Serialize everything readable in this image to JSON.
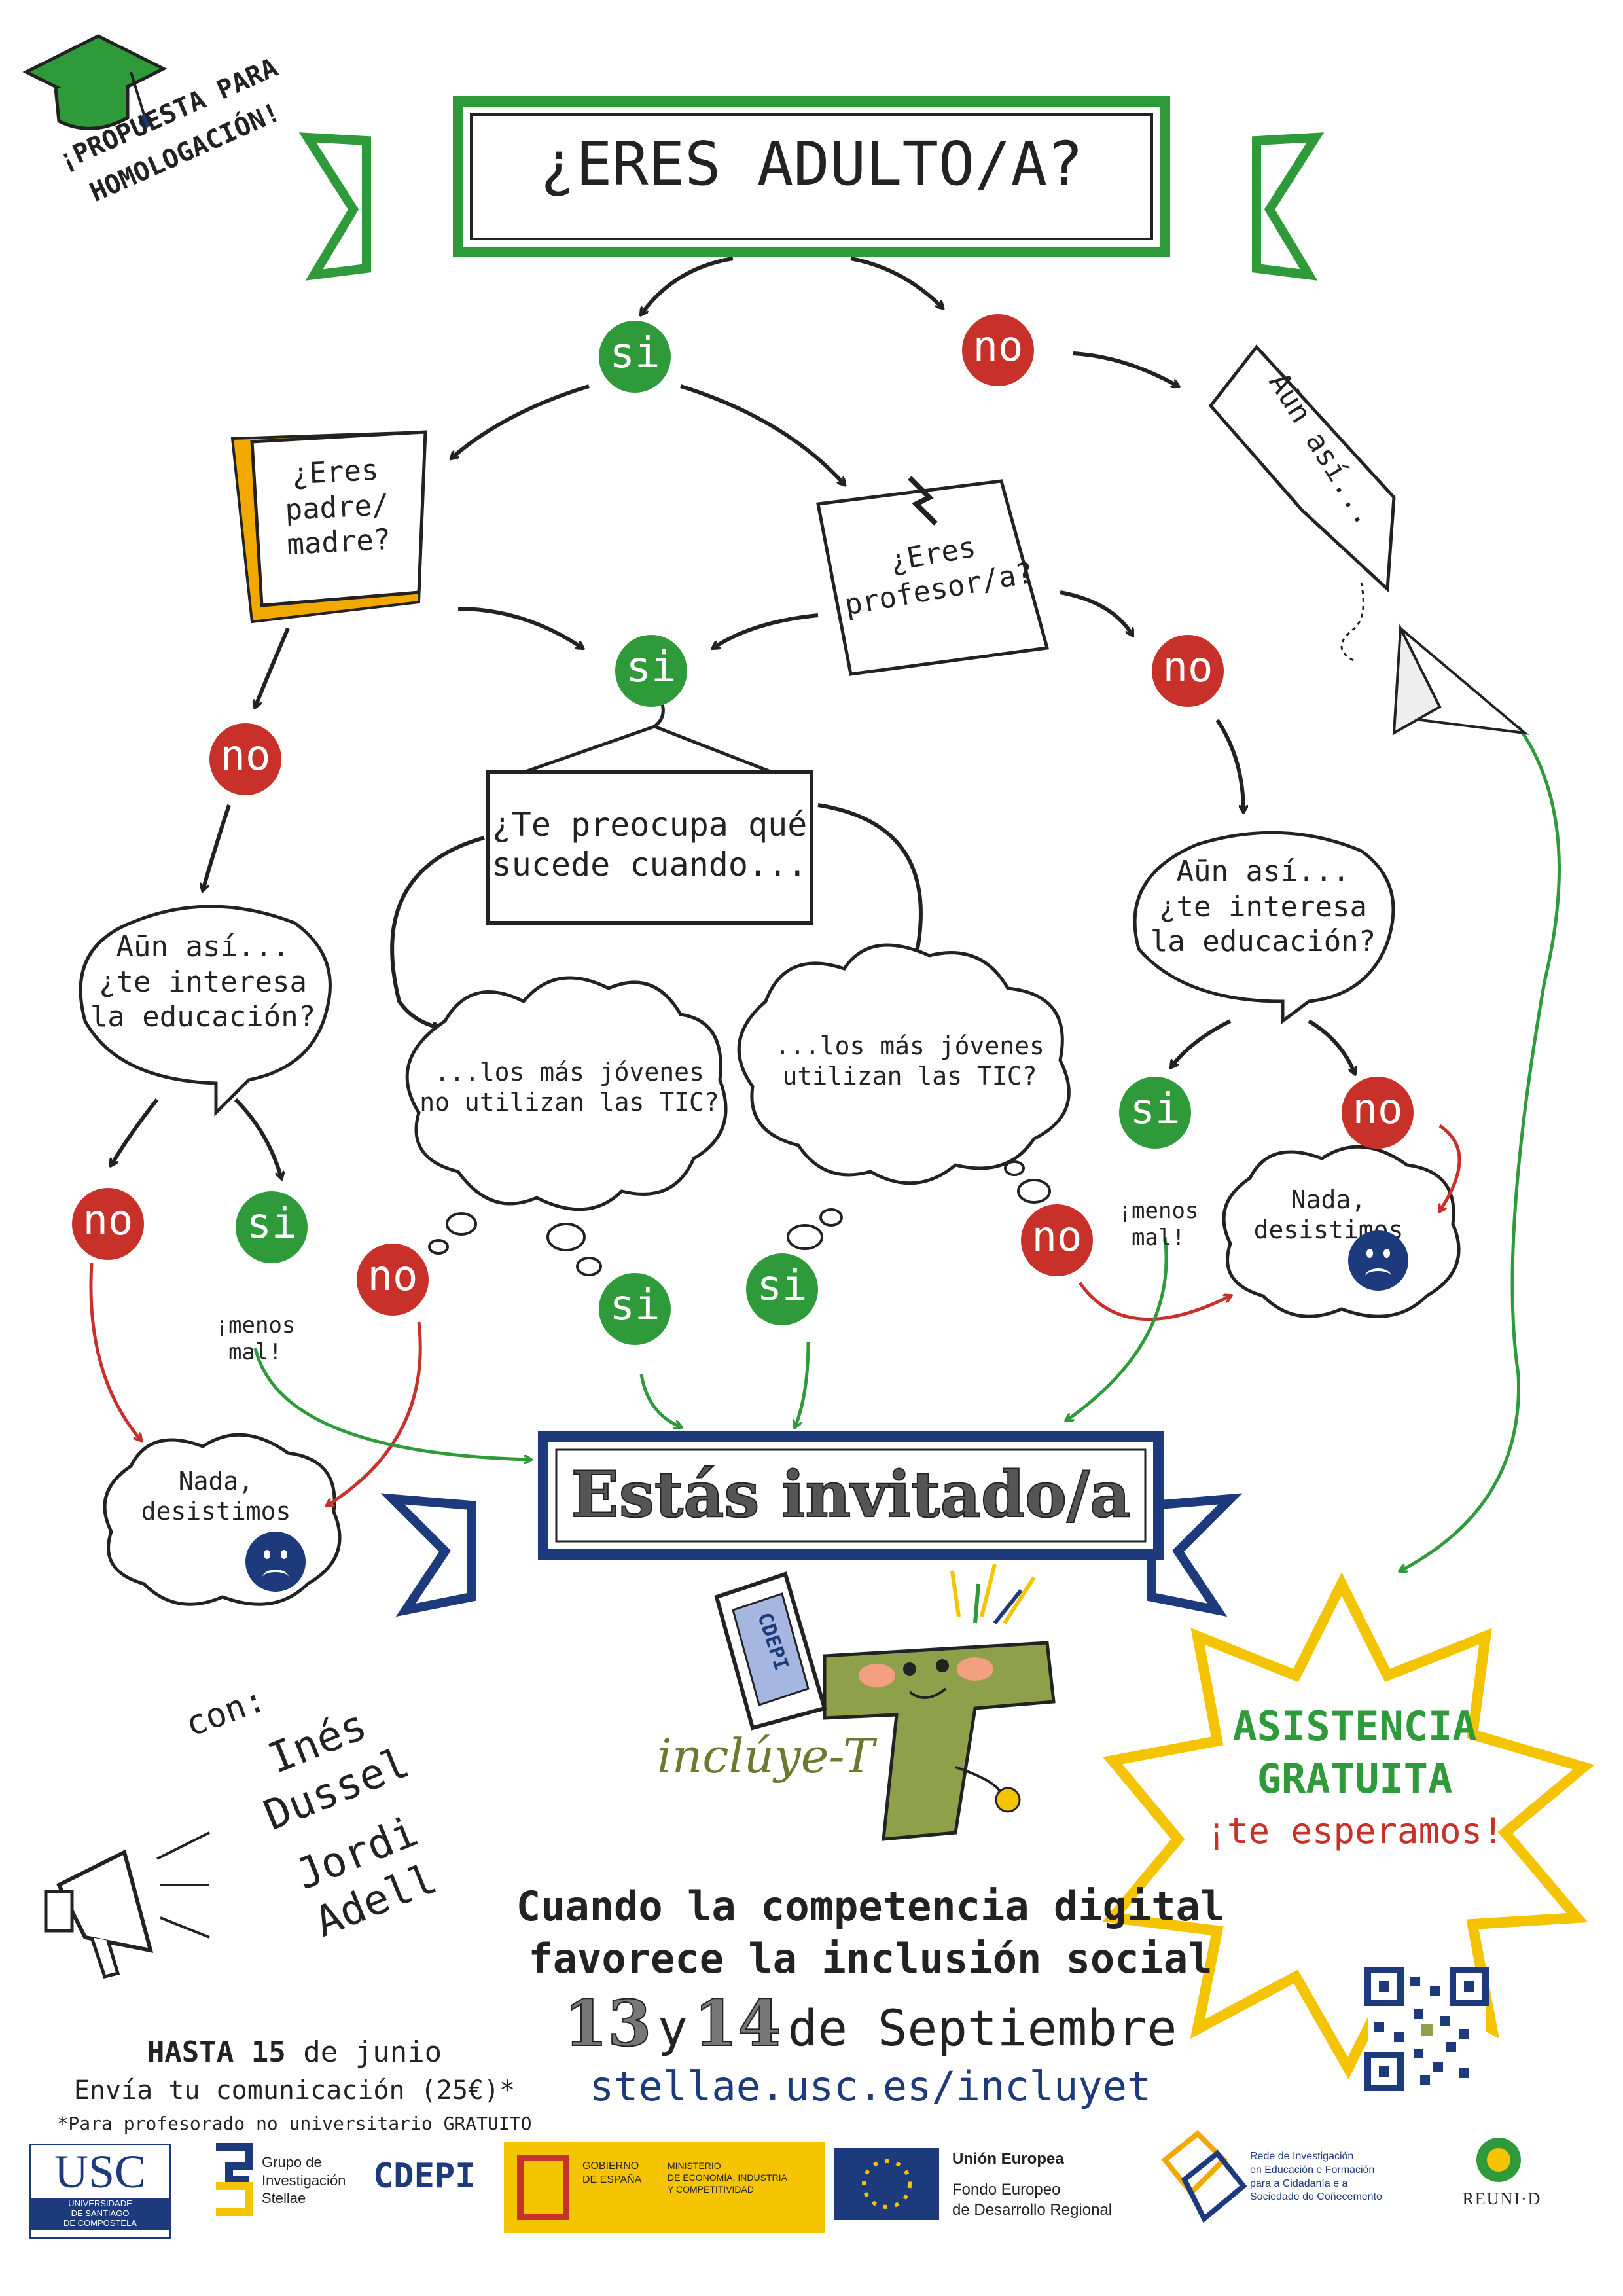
{
  "corner": {
    "proposal": "¡PROPUESTA PARA\nHOMOLOGACIÓN!"
  },
  "header": {
    "title": "¿ERES ADULTO/A?"
  },
  "badges": {
    "si": "si",
    "no": "no"
  },
  "questions": {
    "parent": "¿Eres\npadre/\nmadre?",
    "teacher": "¿Eres\nprofesor/a?",
    "still_plane": "Aūn así...",
    "worry": "¿Te preocupa qué\nsucede cuando...",
    "interest": "Aūn así...\n¿te interesa\nla educación?",
    "youth_not_using": "...los más jóvenes\nno utilizan las TIC?",
    "youth_using": "...los más jóvenes\nutilizan las TIC?",
    "giveup": "Nada,\ndesistimos",
    "relief": "¡menos\nmal!"
  },
  "invited": {
    "label": "Estás invitado/a"
  },
  "speakers": {
    "with": "con:",
    "names": [
      "Inés Dussel",
      "Jordi Adell"
    ]
  },
  "event": {
    "mascot_brand": "inclúye-T",
    "phone_label": "CDEPI",
    "tagline_1": "Cuando la competencia digital",
    "tagline_2": "favorece la inclusión social",
    "date_day1": "13",
    "date_and": "y",
    "date_day2": "14",
    "date_rest": "de Septiembre",
    "url": "stellae.usc.es/incluyet"
  },
  "free": {
    "line1": "ASISTENCIA",
    "line2": "GRATUITA",
    "line3": "¡te esperamos!"
  },
  "deadline": {
    "hasta": "HASTA",
    "day": "15",
    "month": "de junio",
    "line2": "Envía tu comunicación (25€)*",
    "note": "*Para profesorado no universitario GRATUITO"
  },
  "sponsors": {
    "usc": "USC",
    "usc_sub": "UNIVERSIDADE\nDE SANTIAGO\nDE COMPOSTELA",
    "stellae": "Grupo de\nInvestigación\nStellae",
    "cdepi": "CDEPI",
    "gobierno": "GOBIERNO\nDE ESPAÑA",
    "ministerio": "MINISTERIO\nDE ECONOMÍA, INDUSTRIA\nY COMPETITIVIDAD",
    "ue_title": "Unión Europea",
    "ue_sub": "Fondo Europeo\nde Desarrollo Regional",
    "rede": "Rede de Investigación\nen Educación e Formación\npara a Cidadanía e a\nSociedade do Coñecemento",
    "reunid": "REUNI·D"
  },
  "colors": {
    "green": "#2e9a3a",
    "red": "#c8302a",
    "yellow": "#f5c400",
    "navy": "#1c3a7c",
    "orange": "#f1a900"
  }
}
